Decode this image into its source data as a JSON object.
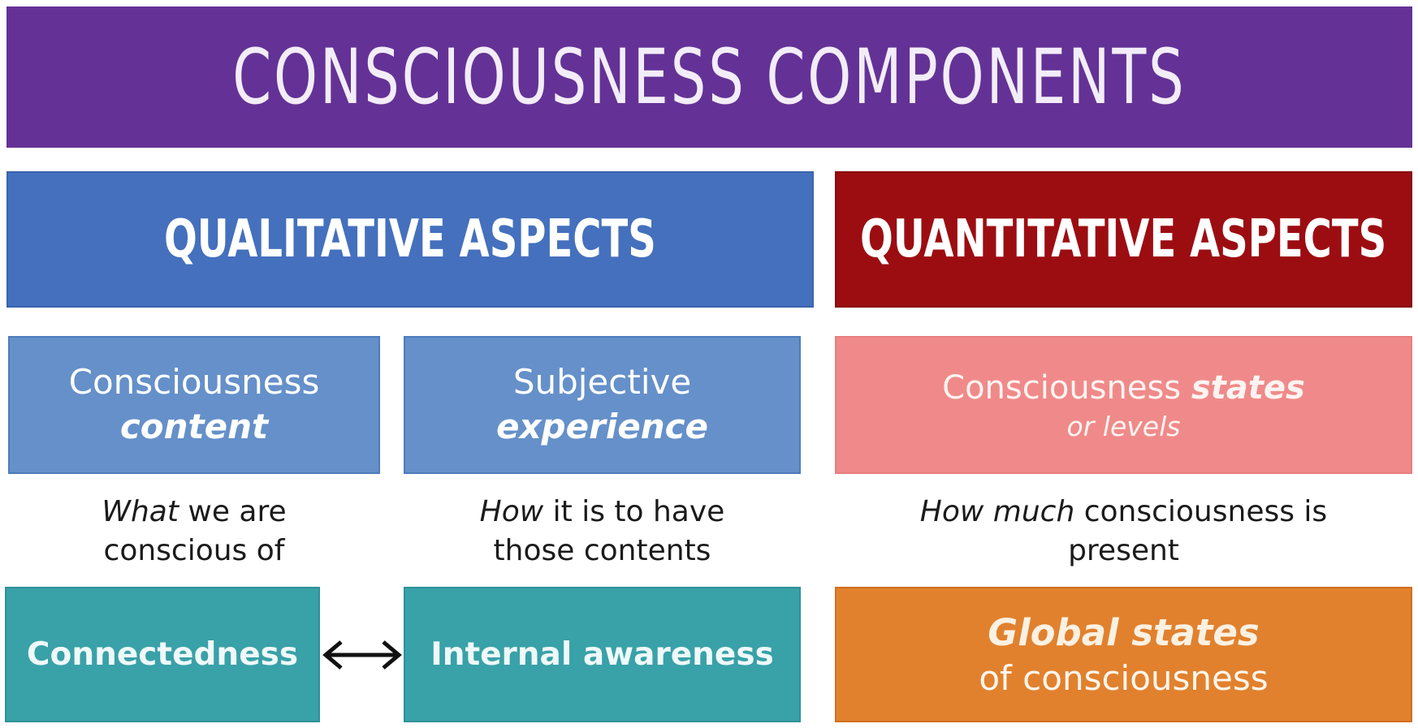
{
  "banner": {
    "title": "CONSCIOUSNESS COMPONENTS"
  },
  "headers": {
    "qualitative": "QUALITATIVE ASPECTS",
    "quantitative": "QUANTITATIVE ASPECTS"
  },
  "boxes": {
    "content": {
      "line1": "Consciousness",
      "line2": "content"
    },
    "experience": {
      "line1": "Subjective",
      "line2": "experience"
    },
    "states": {
      "lead": "Consciousness ",
      "em": "states",
      "line2": "or levels"
    }
  },
  "captions": {
    "content": {
      "em": "What",
      "tail": " we are",
      "line2": "conscious of"
    },
    "experience": {
      "em": "How",
      "tail": " it is to have",
      "line2": "those contents"
    },
    "states": {
      "em": "How much",
      "tail": " consciousness is",
      "line2": "present"
    }
  },
  "bottom": {
    "connectedness": "Connectedness",
    "internal": "Internal awareness",
    "global": {
      "line1": "Global states",
      "line2": "of consciousness"
    }
  },
  "icons": {
    "between_bottom_boxes": "double-arrow-icon"
  },
  "colors": {
    "banner": "#643296",
    "blue_header": "#4470BD",
    "blue_header_border": "#3A63AC",
    "red_header": "#9C0D12",
    "red_header_border": "#8A0B0F",
    "light_blue": "#6590C9",
    "light_blue_border": "#4E7DBC",
    "pink": "#F08A8A",
    "pink_border": "#E87E7E",
    "teal": "#39A1A8",
    "teal_border": "#2E9198",
    "orange": "#E1812E",
    "orange_border": "#D26F1E",
    "arrow": "#111111",
    "caption_text": "#1B1B1B"
  }
}
